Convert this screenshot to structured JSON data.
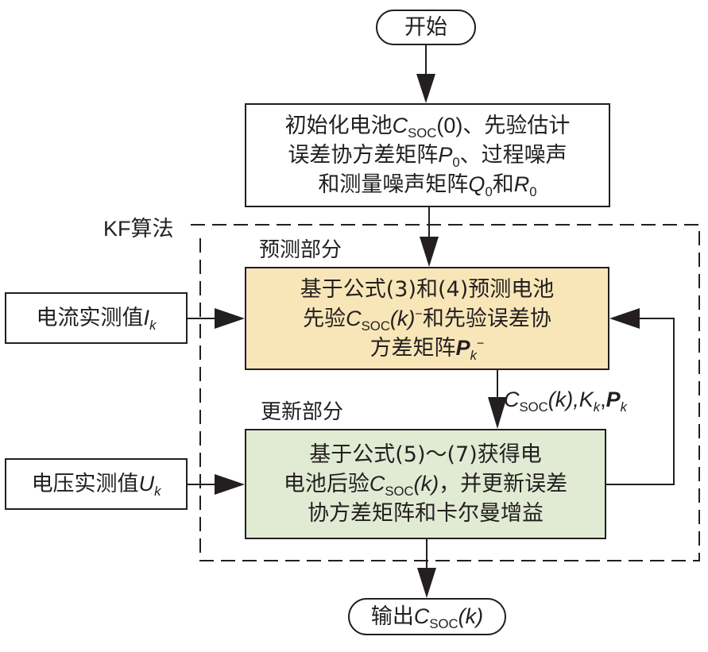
{
  "diagram": {
    "start": {
      "label": "开始"
    },
    "init_box": {
      "lines": [
        {
          "pre": "初始化电池",
          "sym": "C",
          "sub": "SOC",
          "post": "(0)、先验估计"
        },
        {
          "pre": "误差协方差矩阵",
          "sym": "P",
          "sub": "0",
          "post": "、过程噪声"
        },
        {
          "pre": "和测量噪声矩阵",
          "sym": "Q",
          "sub": "0",
          "mid": "和",
          "sym2": "R",
          "sub2": "0"
        }
      ]
    },
    "kf_group": {
      "label": "KF算法"
    },
    "predict_section": {
      "label": "预测部分",
      "box_lines": [
        {
          "text": "基于公式(3)和(4)预测电池"
        },
        {
          "pre": "先验",
          "sym": "C",
          "sub": "SOC",
          "arg": "(k)",
          "sup": "−",
          "post": "和先验误差协"
        },
        {
          "pre": "方差矩阵",
          "sym": "P",
          "sub": "k",
          "sup": "−"
        }
      ]
    },
    "current_input": {
      "pre": "电流实测值",
      "sym": "I",
      "sub": "k"
    },
    "transfer_label": {
      "sym1": "C",
      "sub1": "SOC",
      "arg1": "(k),",
      "sym2": "K",
      "sub2": "k",
      "comma": ",",
      "sym3": "P",
      "sub3": "k"
    },
    "update_section": {
      "label": "更新部分",
      "box_lines": [
        {
          "text": "基于公式(5)～(7)获得电"
        },
        {
          "pre": "电池后验",
          "sym": "C",
          "sub": "SOC",
          "arg": "(k)",
          "post": "，并更新误差"
        },
        {
          "text": "协方差矩阵和卡尔曼增益"
        }
      ]
    },
    "voltage_input": {
      "pre": "电压实测值",
      "sym": "U",
      "sub": "k"
    },
    "output": {
      "pre": "输出",
      "sym": "C",
      "sub": "SOC",
      "arg": "(k)"
    },
    "colors": {
      "predict_fill": "#f9e6b8",
      "update_fill": "#e1ebd3",
      "stroke": "#231f20"
    }
  }
}
